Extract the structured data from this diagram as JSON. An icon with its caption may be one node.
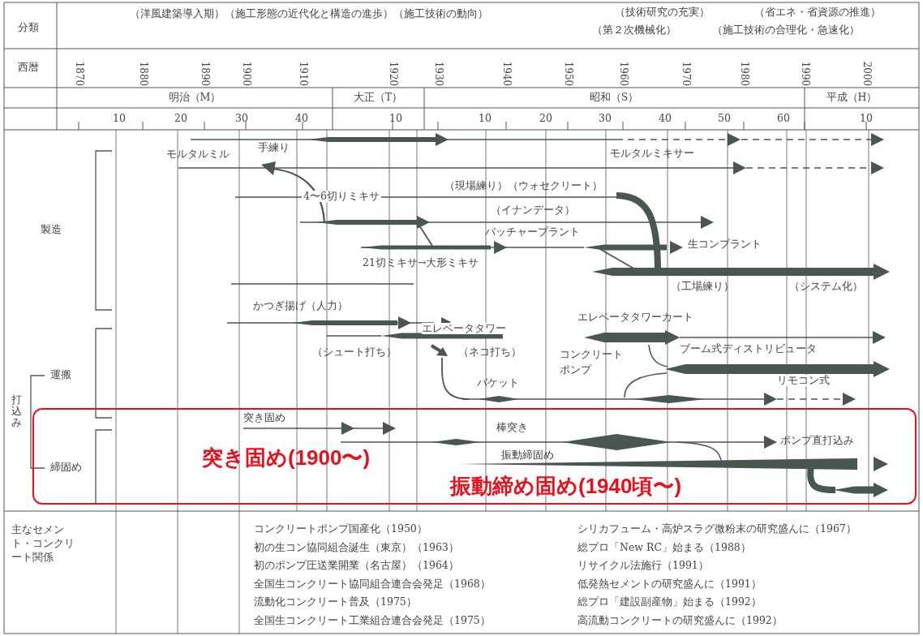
{
  "diagram": {
    "nodes": [
      {
        "text": [
          "突き固め(1900〜)",
          "振動締め固め(1940頃〜)"
        ]
      }
    ],
    "labels": [
      "分類",
      "（洋風建築導入期）（施工形態の近代化と構造の進歩）（施工技術の動向）",
      "（技術研究の充実）",
      "（第２次機械化）",
      "（省エネ・省資源の推進）",
      "（施工技術の合理化・急速化）",
      "西暦",
      "1870",
      "1880",
      "1890",
      "1900",
      "1910",
      "1920",
      "1930",
      "1940",
      "1950",
      "1960",
      "1970",
      "1980",
      "1990",
      "2000",
      "明治（M）",
      "大正（T）",
      "昭和（S）",
      "平成（H）",
      "10",
      "20",
      "30",
      "40",
      "10",
      "10",
      "20",
      "30",
      "40",
      "50",
      "60",
      "10",
      "手練り",
      "モルタルミル",
      "モルタルミキサー",
      "（現場練り）（ウォセクリート）",
      "4〜6切りミキサ",
      "（イナンデータ）",
      "バッチャープラント",
      "生コンプラント",
      "21切ミキサ→大形ミキサ",
      "（工場練り）",
      "（システム化）",
      "製造",
      "かつぎ揚げ（人力）",
      "エレベータタワー",
      "エレベータタワーカート",
      "（シュート打ち）",
      "（ネコ打ち）",
      "コンクリートポンプ",
      "ブーム式ディストリビュータ",
      "運搬",
      "バケット",
      "リモコン式",
      "打込み",
      "突き固め",
      "棒突き",
      "ポンプ直打込み",
      "振動締固め",
      "締固め",
      "主なセメント・コンクリート関係",
      "コンクリートポンプ国産化（1950）",
      "シリカフューム・高炉スラグ微粉末の研究盛んに（1967）",
      "初の生コン協同組合誕生（東京）（1963）",
      "総プロ「New RC」始まる（1988）",
      "初のポンプ圧送業開業（名古屋）（1964）",
      "リサイクル法施行（1991）",
      "全国生コンクリート協同組合連合会発足（1968）",
      "低発熱セメントの研究盛んに（1991）",
      "流動化コンクリート普及（1975）",
      "総プロ「建設副産物」始まる（1992）",
      "全国生コンクリート工業組合連合会発足（1975）",
      "高流動コンクリートの研究盛んに（1992）"
    ]
  }
}
